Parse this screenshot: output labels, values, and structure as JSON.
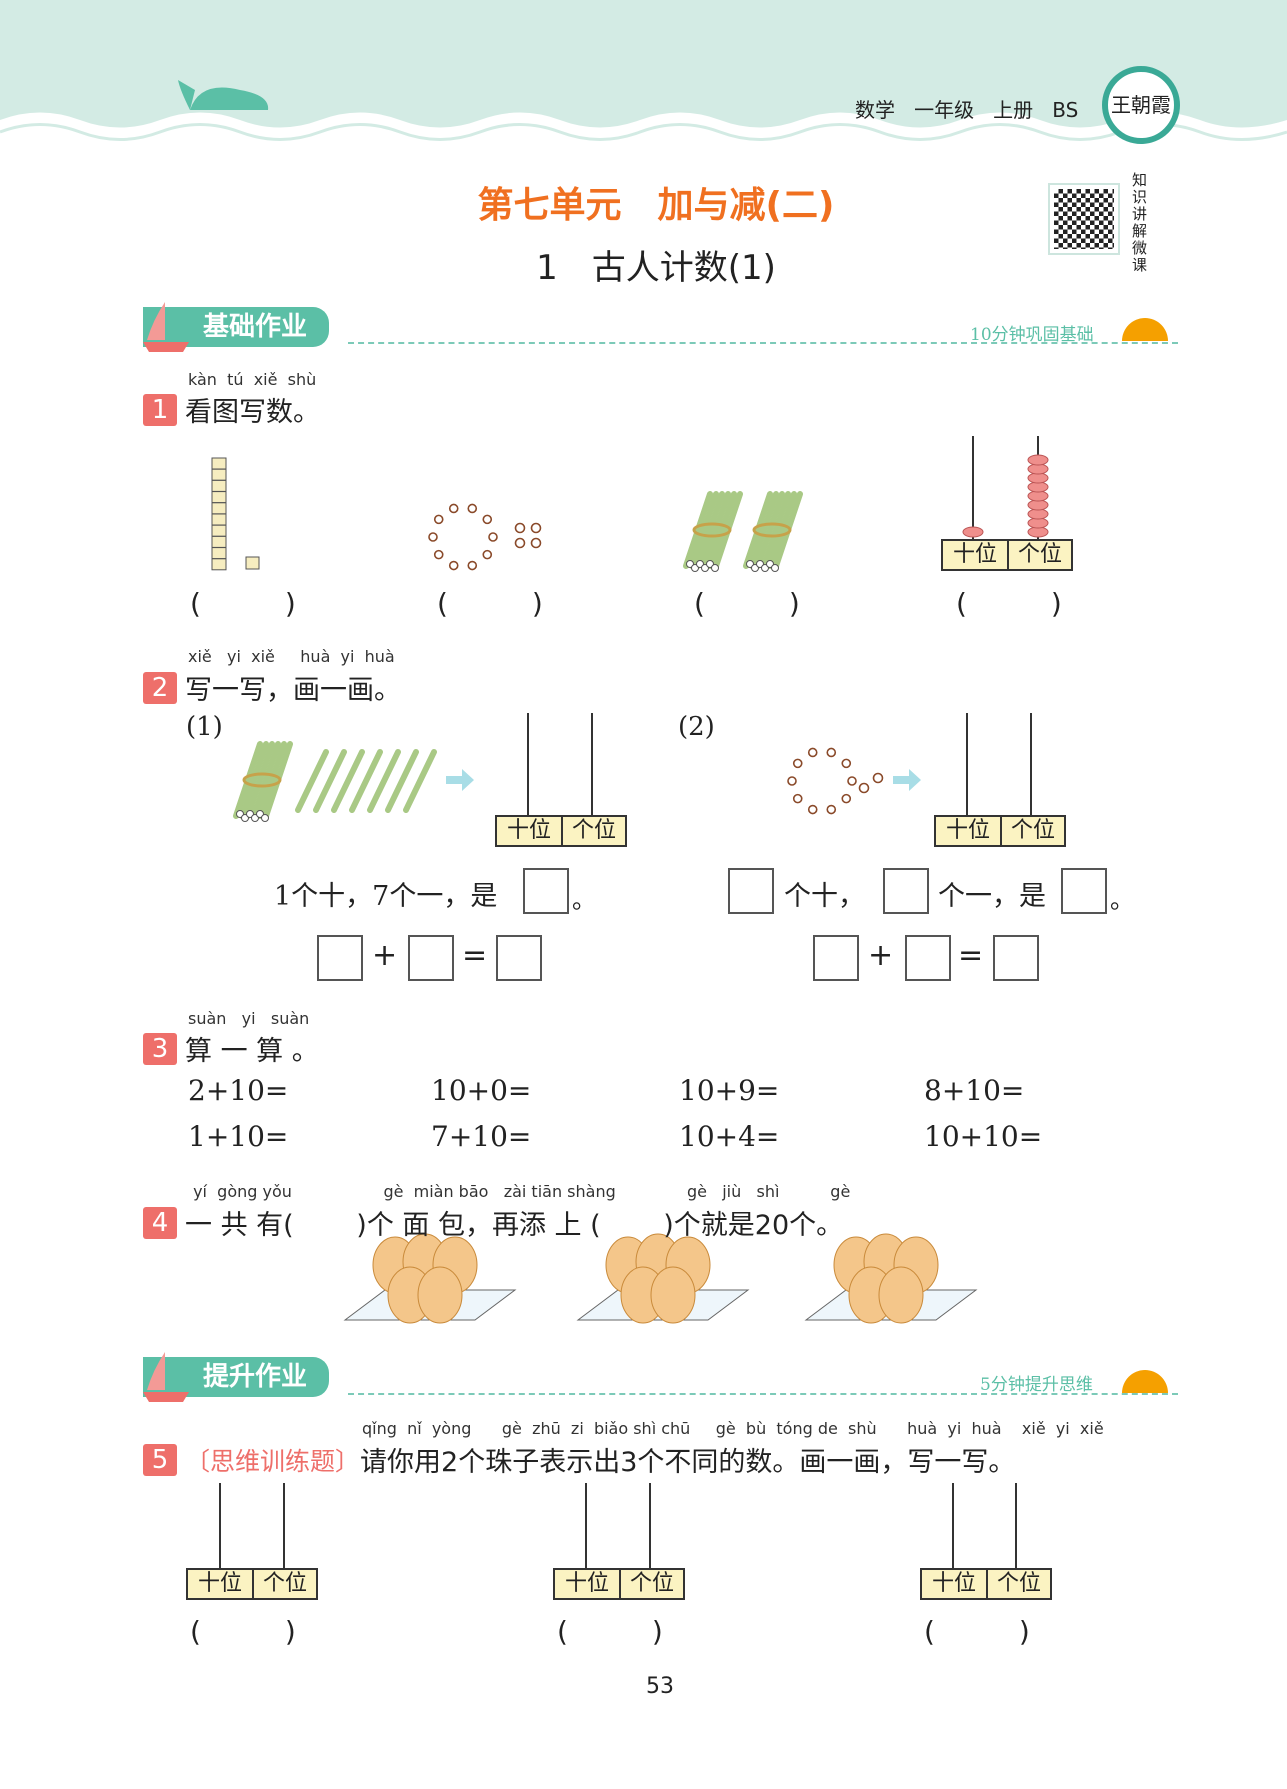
{
  "header": {
    "subject": "数学",
    "grade": "一年级",
    "volume": "上册",
    "edition": "BS",
    "logo_text": "王朝霞"
  },
  "title": {
    "unit": "第七单元　加与减(二)",
    "lesson": "1　古人计数(1)",
    "qr_caption": "知识讲解微课"
  },
  "sections": [
    {
      "label": "基础作业",
      "time": "10分钟巩固基础"
    },
    {
      "label": "提升作业",
      "time": "5分钟提升思维"
    }
  ],
  "abacus_labels": {
    "tens": "十位",
    "ones": "个位"
  },
  "paren": "(　　　)",
  "q1": {
    "num": "1",
    "pinyin": "kàn  tú  xiě  shù",
    "text": "看图写数。",
    "abacus_beads": {
      "tens": 1,
      "ones": 9
    }
  },
  "q2": {
    "num": "2",
    "pinyin": "xiě   yi  xiě     huà  yi  huà",
    "text": "写一写，画一画。",
    "p1": "(1)",
    "p2": "(2)",
    "s1_text": "1个十，7个一，是",
    "s2_a": "个十，",
    "s2_b": "个一，是",
    "period": "。",
    "plus": "+",
    "equals": "="
  },
  "q3": {
    "num": "3",
    "pinyin": "suàn   yi   suàn",
    "text": "算 一 算 。",
    "rows": [
      [
        "2+10=",
        "10+0=",
        "10+9=",
        "8+10="
      ],
      [
        "1+10=",
        "7+10=",
        "10+4=",
        "10+10="
      ]
    ]
  },
  "q4": {
    "num": "4",
    "pinyin": " yí  gòng yǒu                  gè  miàn bāo   zài tiān shàng              gè   jiù   shì          gè",
    "text": "一 共 有(　　 )个 面 包，再添 上 (　　 )个就是20个。"
  },
  "q5": {
    "num": "5",
    "tag": "〔思维训练题〕",
    "pinyin": "qǐng  nǐ  yòng      gè  zhū  zi  biǎo shì chū     gè  bù  tóng de  shù      huà  yi  huà    xiě  yi  xiě",
    "text": "请你用2个珠子表示出3个不同的数。画一画，写一写。"
  },
  "page_number": "53",
  "colors": {
    "accent": "#f07020",
    "teal": "#5bbfa6",
    "badge": "#ee6f6a"
  }
}
